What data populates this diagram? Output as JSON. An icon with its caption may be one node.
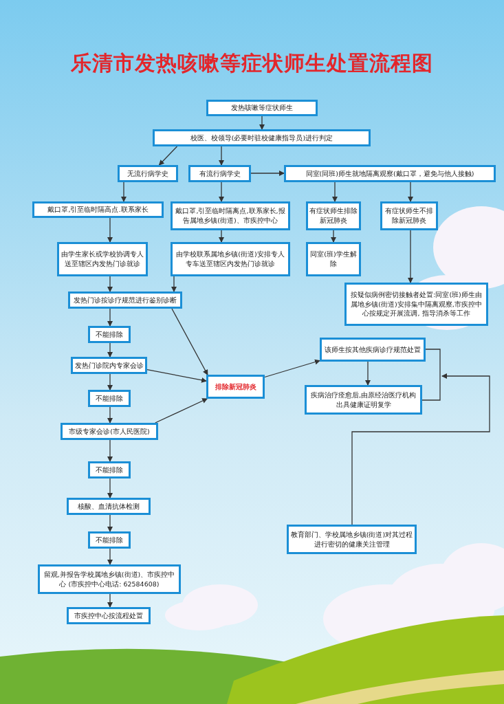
{
  "diagram": {
    "title": "乐清市发热咳嗽等症状师生处置流程图",
    "nodes": [
      {
        "text": [
          "发热咳嗽等症状师生"
        ]
      },
      {
        "text": [
          "校医、校领导(必要时驻校健康指导员)进行判定"
        ]
      },
      {
        "text": [
          "无流行病学史"
        ]
      },
      {
        "text": [
          "有流行病学史"
        ]
      },
      {
        "text": [
          "同室(同班)师生就地隔离观察(戴口罩，避免与他人接触)"
        ]
      },
      {
        "text": [
          "戴口罩,引至临时隔高点.联系家长"
        ]
      },
      {
        "text": [
          "戴口罩,引至临时隔离点,联系家长,报告属地乡镇(街道)、市疾控中心"
        ]
      },
      {
        "text": [
          "有症状师生排除新冠肺炎"
        ]
      },
      {
        "text": [
          "有症状师生不排除新冠肺炎"
        ]
      },
      {
        "text": [
          "由学生家长或学校协调专人送至辖区内发热门诊就诊"
        ]
      },
      {
        "text": [
          "由学校联系属地乡镇(街道)安排专人专车送至辖区内发热门诊就诊"
        ]
      },
      {
        "text": [
          "同室(班)学生解除"
        ]
      },
      {
        "text": [
          "按疑似病例密切接触者处置:同室(班)师生由属地乡镇(街道)安排集中隔离观察,市疾控中心按规定开展流调, 指导消杀等工作"
        ]
      },
      {
        "text": [
          "发热门诊按诊疗规范进行鉴别诊断"
        ]
      },
      {
        "text": [
          "不能排除"
        ]
      },
      {
        "text": [
          "发热门诊院内专家会诊"
        ]
      },
      {
        "text": [
          "不能排除"
        ]
      },
      {
        "text": [
          "市级专家会诊(市人民医院)"
        ]
      },
      {
        "text": [
          "排除新冠肺炎"
        ]
      },
      {
        "text": [
          "该师生按其他疾病诊疗规范处置"
        ]
      },
      {
        "text": [
          "疾病治疗痊愈后,由原经治医疗机构出具健康证明复学"
        ]
      },
      {
        "text": [
          "不能排除"
        ]
      },
      {
        "text": [
          "核酸、血清抗体检测"
        ]
      },
      {
        "text": [
          "不能排除"
        ]
      },
      {
        "text": [
          "留观,并报告学校属地乡镇(街道)、市疾控中心 (市疾控中心电话: 62584608)"
        ]
      },
      {
        "text": [
          "市疾控中心按流程处置"
        ]
      },
      {
        "text": [
          "教育部门、学校属地乡镇(街道)对其过程进行密切的健康关注管理"
        ]
      }
    ],
    "edges": [
      {
        "from": 0,
        "to": 1,
        "arrow": "to"
      },
      {
        "from": 1,
        "to": 2,
        "arrow": "to"
      },
      {
        "from": 1,
        "to": 3,
        "arrow": "to"
      },
      {
        "from": 3,
        "to": 4,
        "arrow": "to"
      },
      {
        "from": 2,
        "to": 5,
        "arrow": "to"
      },
      {
        "from": 3,
        "to": 6,
        "arrow": "to"
      },
      {
        "from": 4,
        "to": 7,
        "arrow": "to"
      },
      {
        "from": 4,
        "to": 8,
        "arrow": "to"
      },
      {
        "from": 5,
        "to": 9,
        "arrow": "to"
      },
      {
        "from": 6,
        "to": 10,
        "arrow": "to"
      },
      {
        "from": 7,
        "to": 11,
        "arrow": "to"
      },
      {
        "from": 8,
        "to": 12,
        "arrow": "to"
      },
      {
        "from": 9,
        "to": 13,
        "arrow": "to"
      },
      {
        "from": 10,
        "to": 13,
        "arrow": "to"
      },
      {
        "from": 13,
        "to": 14,
        "arrow": "to"
      },
      {
        "from": 13,
        "to": 18,
        "arrow": "to"
      },
      {
        "from": 14,
        "to": 15,
        "arrow": "to"
      },
      {
        "from": 15,
        "to": 18,
        "arrow": "to"
      },
      {
        "from": 15,
        "to": 16,
        "arrow": "to"
      },
      {
        "from": 16,
        "to": 17,
        "arrow": "to"
      },
      {
        "from": 17,
        "to": 18,
        "arrow": "to"
      },
      {
        "from": 18,
        "to": 19,
        "arrow": "to"
      },
      {
        "from": 19,
        "to": 20,
        "arrow": "to"
      },
      {
        "from": 17,
        "to": 21,
        "arrow": "to"
      },
      {
        "from": 21,
        "to": 22,
        "arrow": "to"
      },
      {
        "from": 22,
        "to": 23,
        "arrow": "to"
      },
      {
        "from": 23,
        "to": 24,
        "arrow": "to"
      },
      {
        "from": 24,
        "to": 25,
        "arrow": "to"
      },
      {
        "from": 19,
        "to": 20,
        "arrow": "none"
      },
      {
        "from": 26,
        "to": null,
        "arrow": "to"
      }
    ]
  }
}
